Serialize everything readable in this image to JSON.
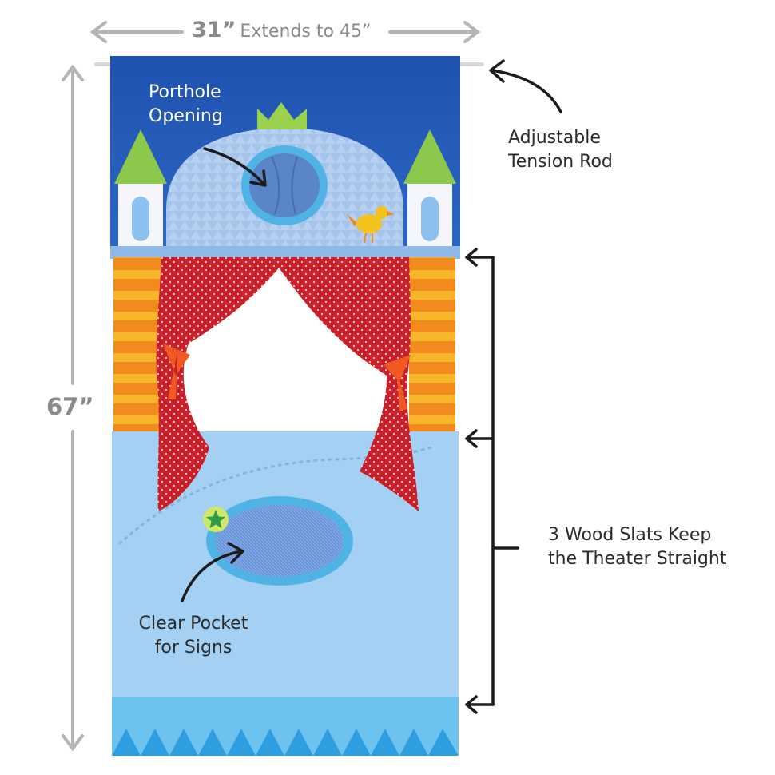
{
  "dimensions": {
    "width_value": "31”",
    "width_extends": "Extends to 45”",
    "height_value": "67”"
  },
  "callouts": {
    "porthole_line1": "Porthole",
    "porthole_line2": "Opening",
    "rod_line1": "Adjustable",
    "rod_line2": "Tension Rod",
    "slats_line1": "3 Wood Slats Keep",
    "slats_line2": "the Theater Straight",
    "pocket_line1": "Clear Pocket",
    "pocket_line2": "for Signs"
  },
  "colors": {
    "panel_top": "#2257b5",
    "castle": "#a9c6ec",
    "curtain": "#c8202b",
    "stripes_orange": "#f28a1e",
    "stripes_yellow": "#f7b52a",
    "panel_bottom": "#9fcdf2",
    "trim": "#4fb3e6",
    "tower_roof": "#8cc84b",
    "bird": "#f3c21c"
  }
}
